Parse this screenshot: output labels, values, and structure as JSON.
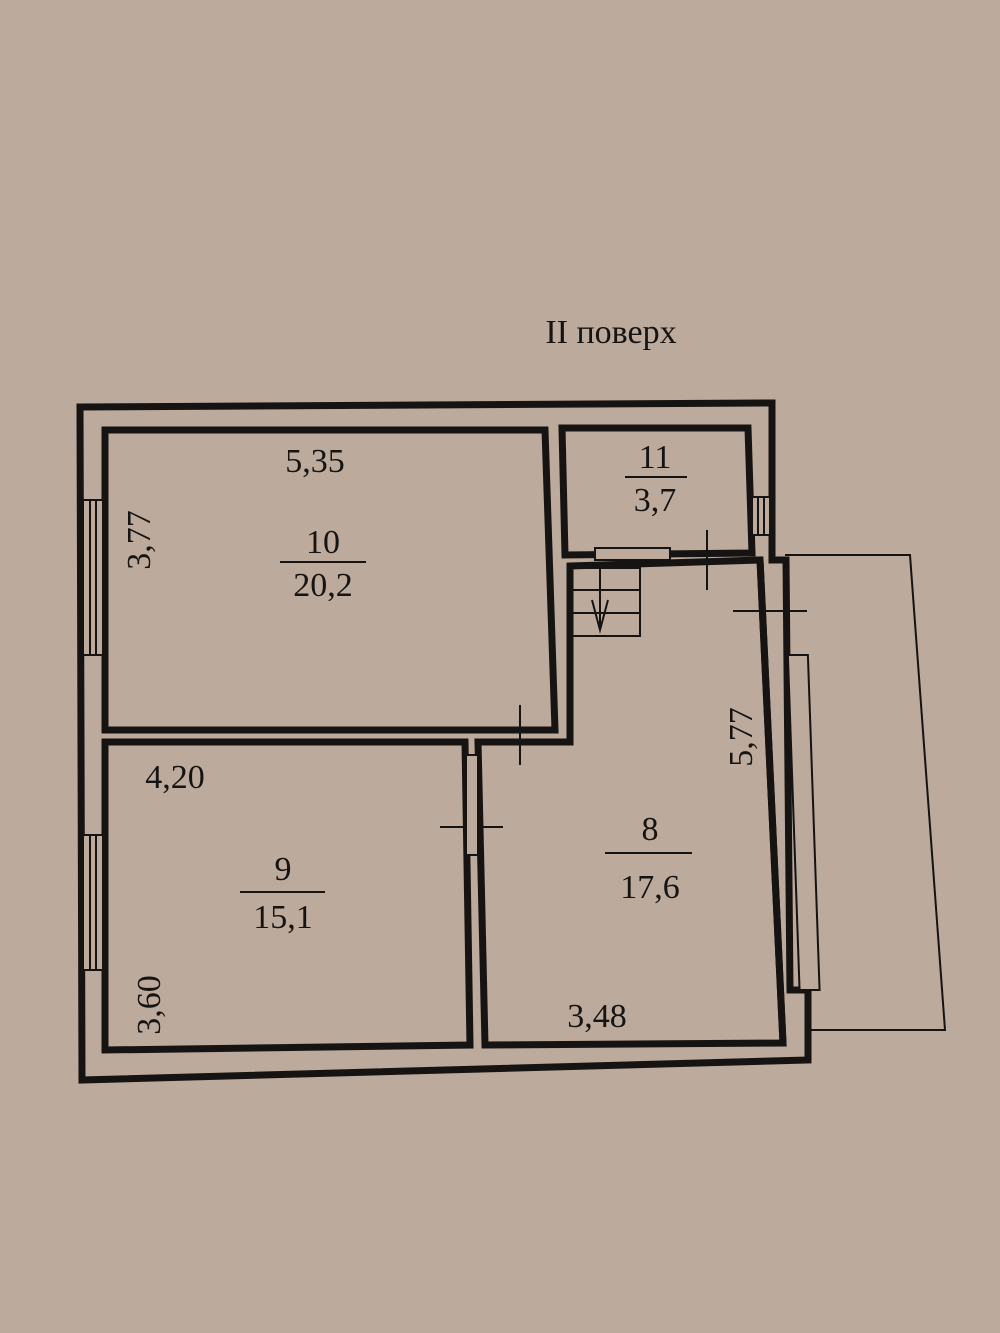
{
  "floor_title": "II поверх",
  "rooms": [
    {
      "number": "10",
      "area": "20,2",
      "dims": [
        "5,35",
        "3,77"
      ]
    },
    {
      "number": "11",
      "area": "3,7"
    },
    {
      "number": "9",
      "area": "15,1",
      "dims": [
        "4,20",
        "3,60"
      ]
    },
    {
      "number": "8",
      "area": "17,6",
      "dims": [
        "5,77",
        "3,48"
      ]
    }
  ],
  "colors": {
    "paper": "#bcaa9c",
    "ink": "#161412"
  }
}
